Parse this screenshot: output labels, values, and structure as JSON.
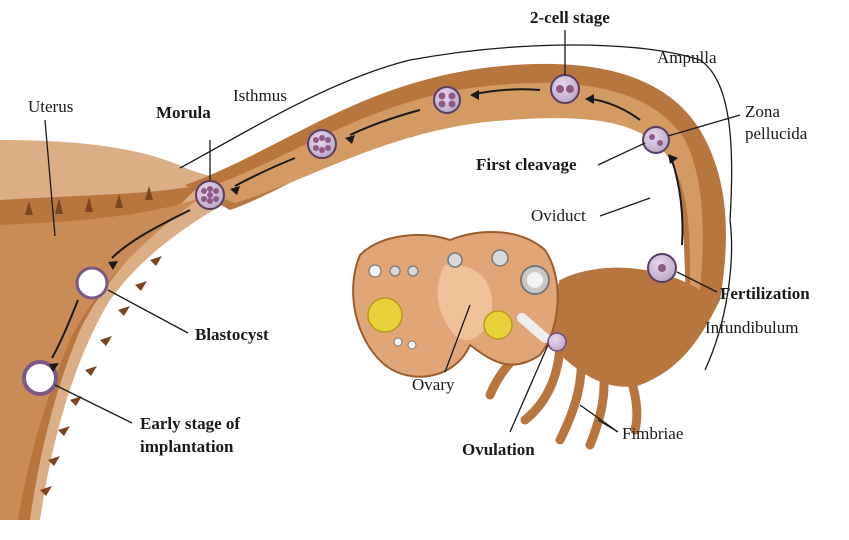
{
  "labels": {
    "uterus": "Uterus",
    "isthmus": "Isthmus",
    "morula": "Morula",
    "two_cell_stage": "2-cell stage",
    "ampulla": "Ampulla",
    "zona_pellucida_1": "Zona",
    "zona_pellucida_2": "pellucida",
    "first_cleavage": "First cleavage",
    "oviduct": "Oviduct",
    "fertilization": "Fertilization",
    "infundibulum": "Infundibulum",
    "blastocyst": "Blastocyst",
    "ovary": "Ovary",
    "implantation_1": "Early stage of",
    "implantation_2": "implantation",
    "ovulation": "Ovulation",
    "fimbriae": "Fimbriae"
  },
  "colors": {
    "tissue": "#b8763f",
    "tissue_light": "#e6b98a",
    "tissue_dark": "#7a4520",
    "lumen": "#d49a63",
    "embryo": "#8e5a86",
    "follicle_yellow": "#e8d23a",
    "label_text": "#1a1a1a"
  }
}
